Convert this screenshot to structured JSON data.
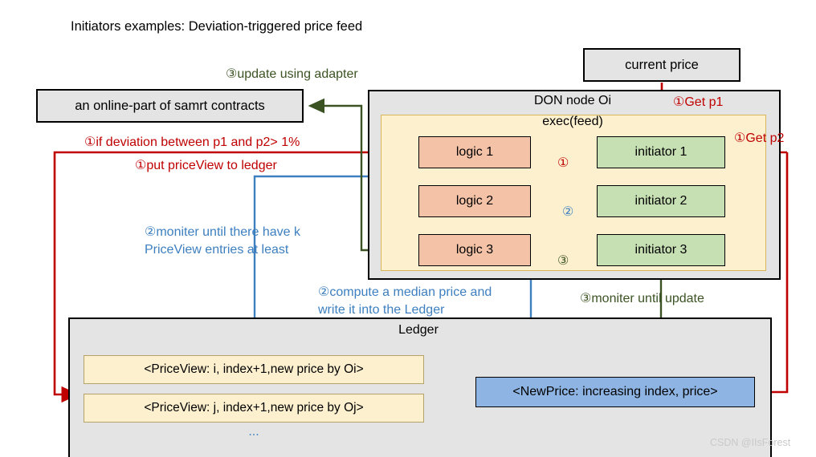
{
  "page": {
    "title": "Initiators examples: Deviation-triggered price feed",
    "watermark": "CSDN @IIsForest"
  },
  "colors": {
    "red": "#c00000",
    "blue": "#3d7fbf",
    "olive": "#3b5323",
    "gray_box": "#e4e4e4",
    "exec_fill": "#fdf0cf",
    "logic_fill": "#f4c3a7",
    "initiator_fill": "#c6e0b4",
    "newprice_fill": "#8db4e2"
  },
  "boxes": {
    "contracts": "an online-part of samrt contracts",
    "current_price": "current price",
    "don_node": "DON node Oi",
    "exec": "exec(feed)",
    "ledger": "Ledger",
    "newprice": "<NewPrice: increasing index, price>",
    "ellipsis": "..."
  },
  "logic": [
    {
      "label": "logic 1"
    },
    {
      "label": "logic 2"
    },
    {
      "label": "logic 3"
    }
  ],
  "initiators": [
    {
      "label": "initiator 1"
    },
    {
      "label": "initiator 2"
    },
    {
      "label": "initiator 3"
    }
  ],
  "price_views": [
    {
      "label": "<PriceView: i, index+1,new price by Oi>"
    },
    {
      "label": "<PriceView: j, index+1,new price by Oj>"
    }
  ],
  "annotations": {
    "update_adapter": "③update using adapter",
    "get_p1": "①Get p1",
    "get_p2": "①Get p2",
    "deviation": "①if deviation between p1 and p2> 1%",
    "put_priceview": "①put priceView to ledger",
    "monitor_k_line1": "②moniter until there have k",
    "monitor_k_line2": "PriceView entries at least",
    "median_line1": "②compute a median price and",
    "median_line2": "write it into the Ledger",
    "monitor_update": "③moniter until update",
    "step_marker_1": "①",
    "step_marker_2": "②",
    "step_marker_3": "③"
  }
}
